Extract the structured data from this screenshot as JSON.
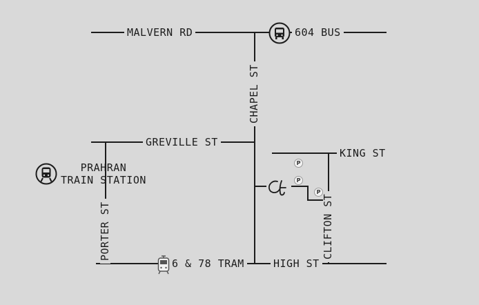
{
  "streets": {
    "malvern_rd": "MALVERN RD",
    "chapel_st": "CHAPEL ST",
    "greville_st": "GREVILLE ST",
    "king_st": "KING ST",
    "clifton_st": "CLIFTON ST",
    "porter_st": "PORTER ST",
    "high_st": "HIGH ST"
  },
  "transit": {
    "bus": {
      "label": "604 BUS",
      "icon": "bus-icon"
    },
    "tram": {
      "label": "6 & 78 TRAM",
      "icon": "tram-icon"
    },
    "train": {
      "line1": "PRAHRAN",
      "line2": "TRAIN STATION",
      "icon": "train-icon"
    }
  },
  "parking": {
    "label": "P",
    "icon": "parking-icon"
  },
  "venue": {
    "icon": "venue-logo-icon"
  },
  "colors": {
    "background": "#d9d9d9",
    "ink": "#1c1c1c",
    "parking_fill": "#f2f2f2"
  }
}
